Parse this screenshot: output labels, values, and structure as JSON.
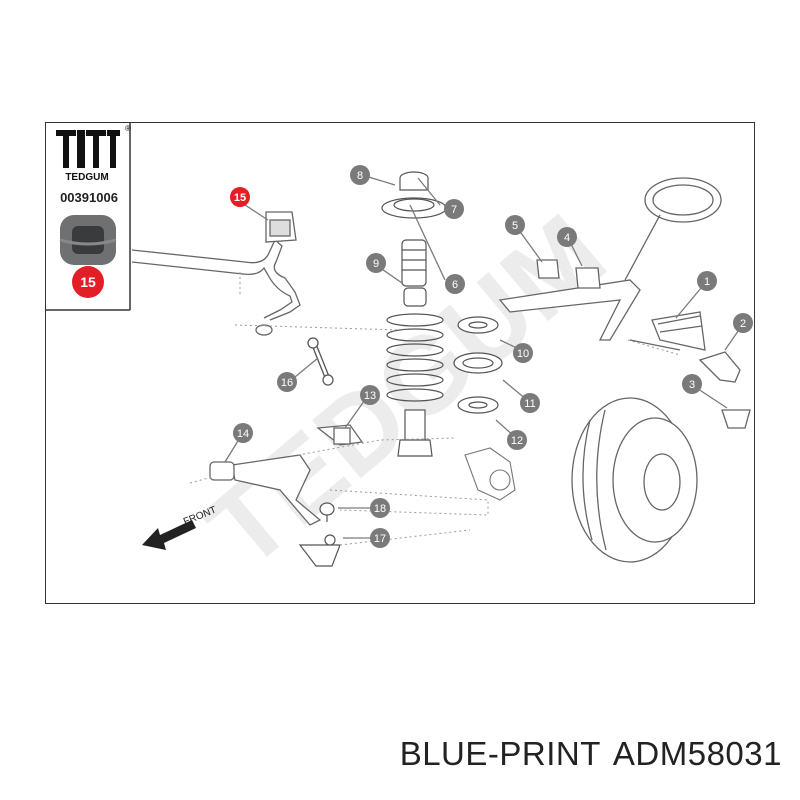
{
  "logo": {
    "brand": "TEDGUM",
    "reg_mark": "®"
  },
  "part": {
    "number": "00391006",
    "highlight_number": "15"
  },
  "watermark": "TEDGUM",
  "front_label": "FRONT",
  "callouts": [
    "1",
    "2",
    "3",
    "4",
    "5",
    "6",
    "7",
    "8",
    "9",
    "10",
    "11",
    "12",
    "13",
    "14",
    "15",
    "16",
    "17",
    "18"
  ],
  "colors": {
    "callout_fill": "#7a7a7a",
    "highlight_fill": "#e41e26",
    "line": "#444444",
    "watermark": "#ececec"
  },
  "footer": {
    "brand": "BLUE-PRINT",
    "part_number": "ADM58031"
  }
}
